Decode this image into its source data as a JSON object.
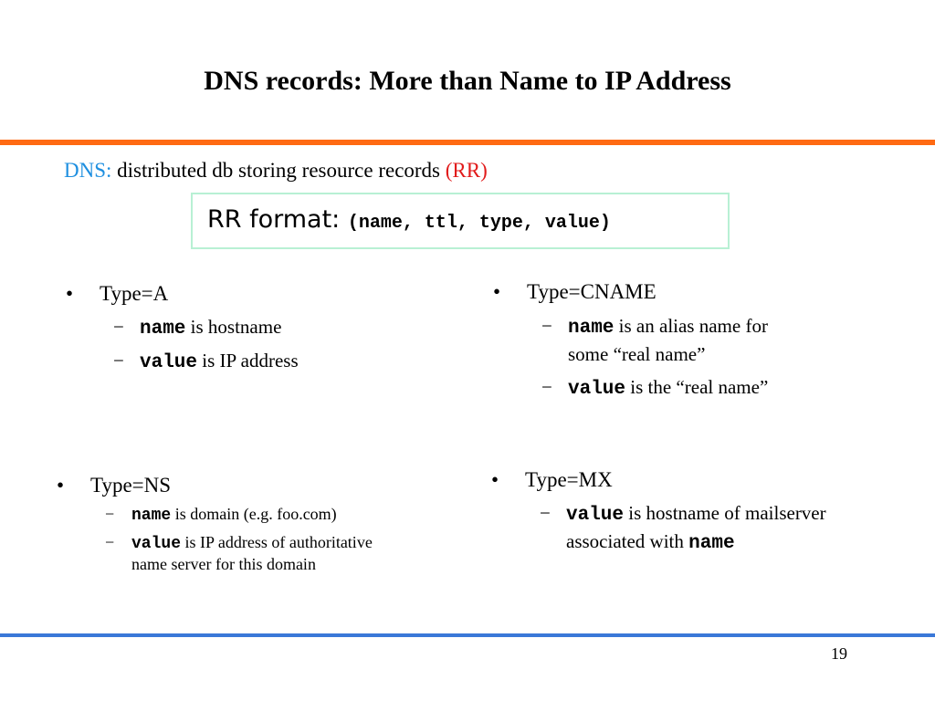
{
  "slide": {
    "title": "DNS records: More than Name to IP Address",
    "page_number": "19",
    "colors": {
      "accent_orange": "#ff6a13",
      "accent_blue": "#3a78d8",
      "dns_blue": "#1e8fe0",
      "rr_red": "#e11b1b",
      "box_border": "#b8f0d4"
    }
  },
  "intro": {
    "dns_label": "DNS:",
    "text": " distributed db storing resource records ",
    "rr_label": "(RR)"
  },
  "rr_format": {
    "label": "RR format: ",
    "code": "(name, ttl, type, value)"
  },
  "bullet_marker": "•",
  "dash_marker": "−",
  "sections": {
    "type_a": {
      "heading": "Type=A",
      "items": [
        {
          "code": "name",
          "text": " is hostname"
        },
        {
          "code": "value",
          "text": " is IP address"
        }
      ]
    },
    "type_cname": {
      "heading": "Type=CNAME",
      "items": [
        {
          "code": "name",
          "text": " is an alias name for",
          "text2": "some “real name”"
        },
        {
          "code": "value",
          "text": " is the “real name”"
        }
      ]
    },
    "type_ns": {
      "heading": "Type=NS",
      "items": [
        {
          "code": "name",
          "text": " is domain (e.g. foo.com)"
        },
        {
          "code": "value",
          "text": " is IP address of authoritative",
          "text2": "name server for this domain"
        }
      ]
    },
    "type_mx": {
      "heading": "Type=MX",
      "items": [
        {
          "code": "value",
          "text": " is hostname of mailserver",
          "text2_prefix": "associated with ",
          "text2_code": "name"
        }
      ]
    }
  }
}
